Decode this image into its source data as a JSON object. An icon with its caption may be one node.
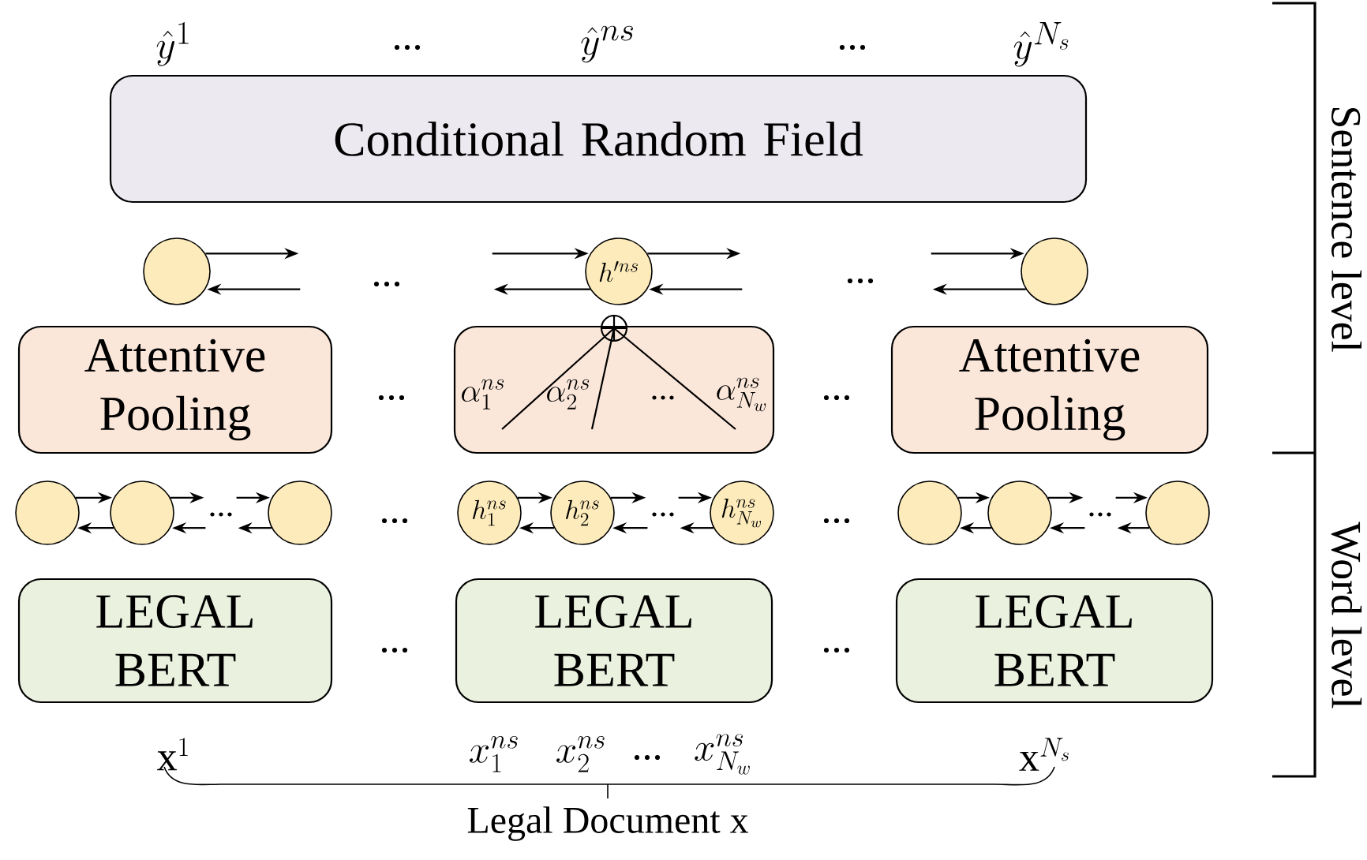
{
  "diagram": {
    "nodes": [
      {
        "text": [
          "Conditional Random Field"
        ]
      },
      {
        "text": [],
        "shape": "circle"
      },
      {
        "text": [
          "h'^{ns}"
        ]
      },
      {
        "text": [],
        "shape": "circle"
      },
      {
        "text": [
          "Attentive Pooling"
        ]
      },
      {
        "text": [
          "\\alpha_{1}^{ns}",
          "\\alpha_{2}^{ns}",
          "...",
          "\\alpha_{N_w}^{ns}"
        ]
      },
      {
        "text": [
          "Attentive Pooling"
        ]
      },
      {
        "text": [],
        "shape": "circle"
      },
      {
        "text": [],
        "shape": "circle"
      },
      {
        "text": [
          "..."
        ]
      },
      {
        "text": [],
        "shape": "circle"
      },
      {
        "text": [
          "h_{1}^{ns}"
        ]
      },
      {
        "text": [
          "h_{2}^{ns}"
        ]
      },
      {
        "text": [
          "..."
        ]
      },
      {
        "text": [
          "h_{N_w}^{ns}"
        ]
      },
      {
        "text": [],
        "shape": "circle"
      },
      {
        "text": [],
        "shape": "circle"
      },
      {
        "text": [
          "..."
        ]
      },
      {
        "text": [],
        "shape": "circle"
      },
      {
        "text": [
          "LEGAL BERT"
        ]
      },
      {
        "text": [
          "LEGAL BERT"
        ]
      },
      {
        "text": [
          "LEGAL BERT"
        ]
      }
    ],
    "edges": [
      {
        "from": 1,
        "to": null,
        "arrow": "to"
      },
      {
        "from": null,
        "to": 1,
        "arrow": "to"
      },
      {
        "from": null,
        "to": 2,
        "arrow": "to"
      },
      {
        "from": 2,
        "to": null,
        "arrow": "to"
      },
      {
        "from": 2,
        "to": null,
        "arrow": "to"
      },
      {
        "from": null,
        "to": 2,
        "arrow": "to"
      },
      {
        "from": null,
        "to": 3,
        "arrow": "to"
      },
      {
        "from": 3,
        "to": null,
        "arrow": "to"
      },
      {
        "from": 7,
        "to": 8,
        "arrow": "to"
      },
      {
        "from": 8,
        "to": 7,
        "arrow": "to"
      },
      {
        "from": 8,
        "to": 9,
        "arrow": "to"
      },
      {
        "from": 9,
        "to": 8,
        "arrow": "to"
      },
      {
        "from": 9,
        "to": 10,
        "arrow": "to"
      },
      {
        "from": 10,
        "to": 9,
        "arrow": "to"
      },
      {
        "from": 11,
        "to": 12,
        "arrow": "to"
      },
      {
        "from": 12,
        "to": 11,
        "arrow": "to"
      },
      {
        "from": 12,
        "to": 13,
        "arrow": "to"
      },
      {
        "from": 13,
        "to": 12,
        "arrow": "to"
      },
      {
        "from": 13,
        "to": 14,
        "arrow": "to"
      },
      {
        "from": 14,
        "to": 13,
        "arrow": "to"
      },
      {
        "from": 15,
        "to": 16,
        "arrow": "to"
      },
      {
        "from": 16,
        "to": 15,
        "arrow": "to"
      },
      {
        "from": 16,
        "to": 17,
        "arrow": "to"
      },
      {
        "from": 17,
        "to": 16,
        "arrow": "to"
      },
      {
        "from": 17,
        "to": 18,
        "arrow": "to"
      },
      {
        "from": 18,
        "to": 17,
        "arrow": "to"
      }
    ],
    "labels": [
      "\\hat{y}^{1}",
      "...",
      "\\hat{y}^{ns}",
      "...",
      "\\hat{y}^{N_s}",
      "Sentence level",
      "...",
      "...",
      "...",
      "...",
      "...",
      "...",
      "Word level",
      "...",
      "...",
      "\\mathrm{x}^{1}",
      "x_{1}^{ns}",
      "x_{2}^{ns}",
      "...",
      "x_{N_w}^{ns}",
      "\\mathrm{x}^{N_s}",
      "Legal Document x"
    ]
  }
}
